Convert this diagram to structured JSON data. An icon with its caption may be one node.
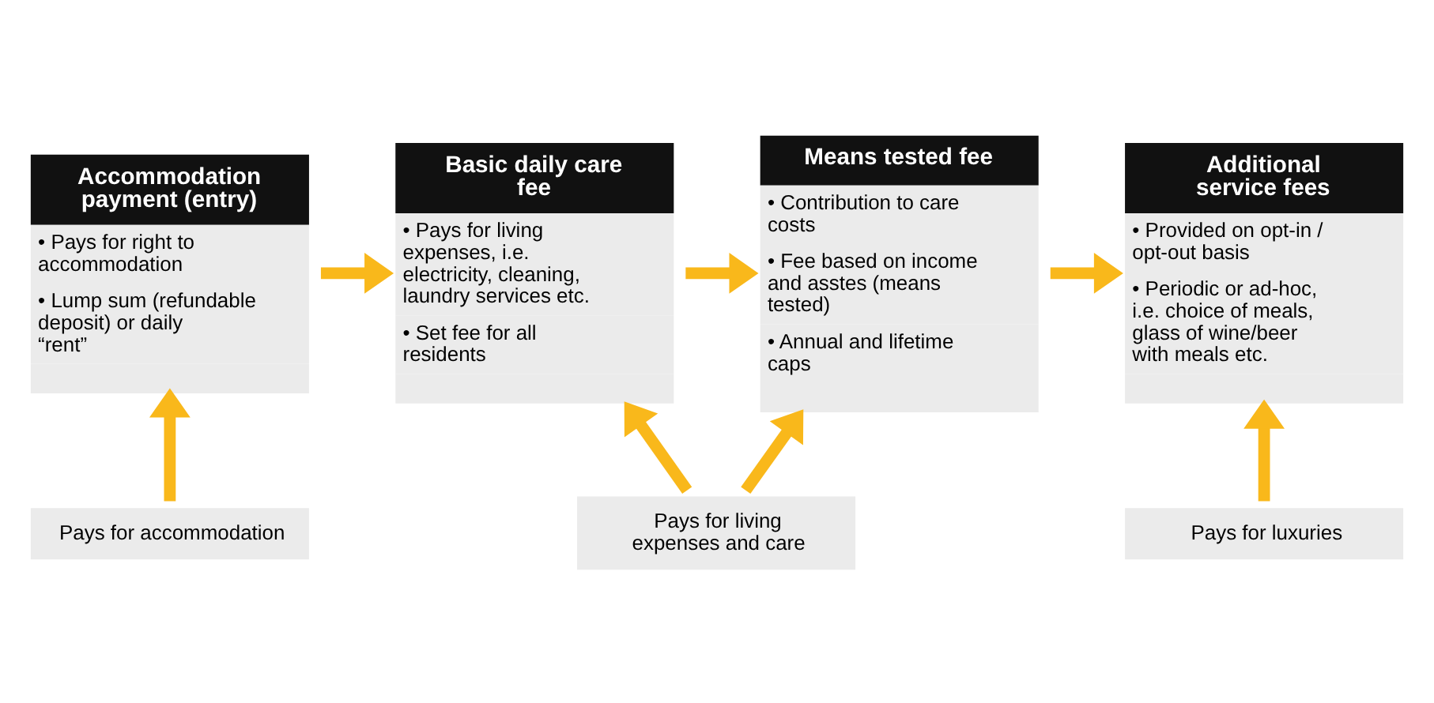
{
  "diagram": {
    "nodes": [
      {
        "text": [
          "Accommodation payment (entry)",
          "• Pays for right to accommodation",
          "• Lump sum (refundable deposit) or daily “rent”"
        ]
      },
      {
        "text": [
          "Basic daily care fee",
          "• Pays for living expenses, i.e. electricity, cleaning, laundry services etc.",
          "• Set fee for all residents"
        ]
      },
      {
        "text": [
          "Means tested fee",
          "• Contribution to care costs",
          "• Fee based on income and asstes (means tested)",
          "• Annual and lifetime caps"
        ]
      },
      {
        "text": [
          "Additional service fees",
          "• Provided on opt-in / opt-out basis",
          "• Periodic or ad-hoc, i.e. choice of meals, glass of wine/beer with meals etc."
        ]
      },
      {
        "text": [
          "Pays for accommodation"
        ]
      },
      {
        "text": [
          "Pays for living expenses and care"
        ]
      },
      {
        "text": [
          "Pays for luxuries"
        ]
      }
    ],
    "edges": [
      {
        "from": 0,
        "to": 1,
        "arrow": "to"
      },
      {
        "from": 1,
        "to": 2,
        "arrow": "to"
      },
      {
        "from": 2,
        "to": 3,
        "arrow": "to"
      },
      {
        "from": 4,
        "to": 0,
        "arrow": "to"
      },
      {
        "from": 5,
        "to": 1,
        "arrow": "to"
      },
      {
        "from": 5,
        "to": 2,
        "arrow": "to"
      },
      {
        "from": 6,
        "to": 3,
        "arrow": "to"
      }
    ]
  }
}
